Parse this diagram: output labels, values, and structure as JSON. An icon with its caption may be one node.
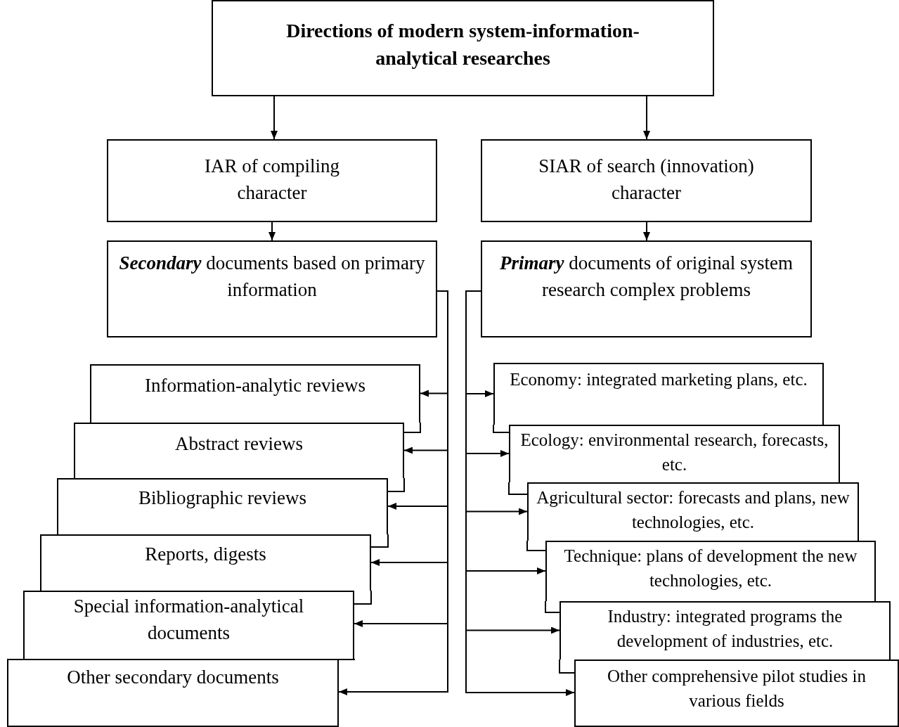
{
  "diagram": {
    "nodes": [
      {
        "text": [
          "Directions of modern system-information-analytical researches"
        ]
      },
      {
        "text": [
          "IAR of compiling character"
        ]
      },
      {
        "text": [
          "SIAR of search (innovation) character"
        ]
      },
      {
        "text": [
          "**Secondary** documents based on primary information"
        ]
      },
      {
        "text": [
          "**Primary** documents of original system research complex problems"
        ]
      },
      {
        "text": [
          "Information-analytic reviews"
        ]
      },
      {
        "text": [
          "Abstract reviews"
        ]
      },
      {
        "text": [
          "Bibliographic reviews"
        ]
      },
      {
        "text": [
          "Reports, digests"
        ]
      },
      {
        "text": [
          "Special information-analytical documents"
        ]
      },
      {
        "text": [
          "Other secondary documents"
        ]
      },
      {
        "text": [
          "Economy: integrated marketing plans, etc."
        ]
      },
      {
        "text": [
          "Ecology: environmental research, forecasts, etc."
        ]
      },
      {
        "text": [
          "Agricultural sector: forecasts and plans, new technologies, etc."
        ]
      },
      {
        "text": [
          "Technique: plans of development the new technologies, etc."
        ]
      },
      {
        "text": [
          "Industry: integrated programs the development of industries, etc."
        ]
      },
      {
        "text": [
          "Other comprehensive pilot studies in various fields"
        ]
      }
    ],
    "edges": [
      {
        "from": 0,
        "to": 1,
        "arrow": "to"
      },
      {
        "from": 0,
        "to": 2,
        "arrow": "to"
      },
      {
        "from": 1,
        "to": 3,
        "arrow": "to"
      },
      {
        "from": 2,
        "to": 4,
        "arrow": "to"
      },
      {
        "from": 3,
        "to": 5,
        "arrow": "to"
      },
      {
        "from": 3,
        "to": 6,
        "arrow": "to"
      },
      {
        "from": 3,
        "to": 7,
        "arrow": "to"
      },
      {
        "from": 3,
        "to": 8,
        "arrow": "to"
      },
      {
        "from": 3,
        "to": 9,
        "arrow": "to"
      },
      {
        "from": 3,
        "to": 10,
        "arrow": "to"
      },
      {
        "from": 4,
        "to": 11,
        "arrow": "to"
      },
      {
        "from": 4,
        "to": 12,
        "arrow": "to"
      },
      {
        "from": 4,
        "to": 13,
        "arrow": "to"
      },
      {
        "from": 4,
        "to": 14,
        "arrow": "to"
      },
      {
        "from": 4,
        "to": 15,
        "arrow": "to"
      },
      {
        "from": 4,
        "to": 16,
        "arrow": "to"
      }
    ]
  }
}
